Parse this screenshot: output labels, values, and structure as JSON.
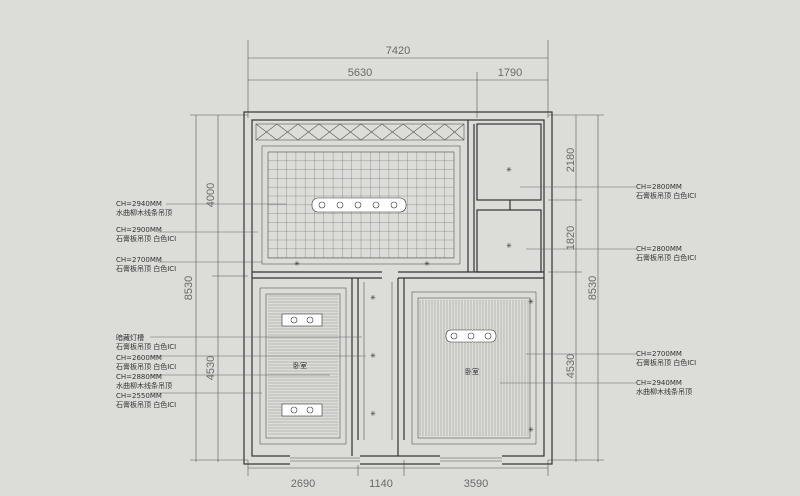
{
  "dimensions": {
    "top_total": "7420",
    "top_left": "5630",
    "top_right": "1790",
    "bottom_left": "2690",
    "bottom_mid": "1140",
    "bottom_right": "3590",
    "left_total": "8530",
    "left_upper": "4000",
    "left_lower": "4530",
    "right_total": "8530",
    "right_upper": "2180",
    "right_mid": "1820",
    "right_lower": "4530"
  },
  "left_notes": [
    {
      "line1": "CH=2940MM",
      "line2": "水曲柳木线条吊顶"
    },
    {
      "line1": "CH=2900MM",
      "line2": "石膏板吊顶 白色ICI"
    },
    {
      "line1": "CH=2700MM",
      "line2": "石膏板吊顶 白色ICI"
    },
    {
      "line1": "暗藏灯槽",
      "line2": "石膏板吊顶 白色ICI"
    },
    {
      "line1": "CH=2600MM",
      "line2": "石膏板吊顶 白色ICI"
    },
    {
      "line1": "CH=2880MM",
      "line2": "水曲柳木线条吊顶"
    },
    {
      "line1": "CH=2550MM",
      "line2": "石膏板吊顶 白色ICI"
    }
  ],
  "right_notes": [
    {
      "line1": "CH=2800MM",
      "line2": "石膏板吊顶  白色ICI"
    },
    {
      "line1": "CH=2800MM",
      "line2": "石膏板吊顶  白色ICI"
    },
    {
      "line1": "CH=2700MM",
      "line2": "石膏板吊顶  白色ICI"
    },
    {
      "line1": "CH=2940MM",
      "line2": "水曲柳木线条吊顶"
    }
  ],
  "room_labels": {
    "left_room": "卧室",
    "right_room": "卧室"
  }
}
